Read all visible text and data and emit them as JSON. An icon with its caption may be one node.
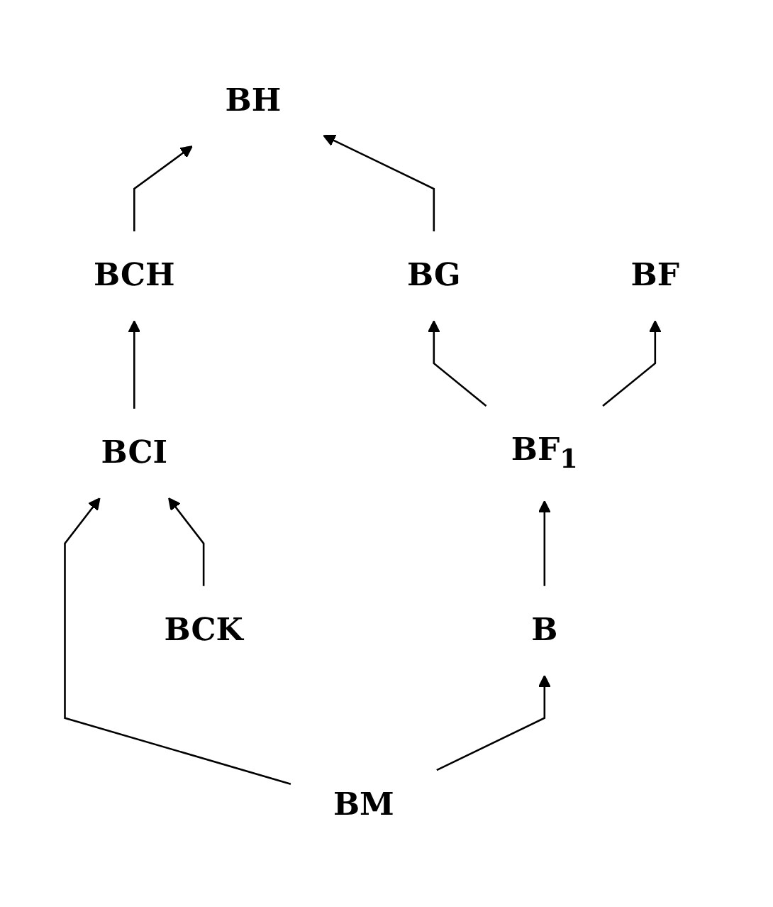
{
  "diagram": {
    "nodes": [
      {
        "text": [
          "BH"
        ]
      },
      {
        "text": [
          "BF"
        ]
      },
      {
        "text": [
          "BG"
        ]
      },
      {
        "text": [
          "BCH"
        ]
      },
      {
        "text": [
          "BF$_{1}$"
        ]
      },
      {
        "text": [
          "BCI"
        ]
      },
      {
        "text": [
          "B"
        ]
      },
      {
        "text": [
          "BCK"
        ]
      },
      {
        "text": [
          "BM"
        ]
      }
    ],
    "edges": [
      {
        "from": 7,
        "to": 5,
        "arrow": "to"
      },
      {
        "from": 5,
        "to": 3,
        "arrow": "to"
      },
      {
        "from": 3,
        "to": 0,
        "arrow": "to"
      },
      {
        "from": 2,
        "to": 0,
        "arrow": "to"
      },
      {
        "from": 4,
        "to": 2,
        "arrow": "to"
      },
      {
        "from": 4,
        "to": 1,
        "arrow": "to"
      },
      {
        "from": 6,
        "to": 4,
        "arrow": "to"
      },
      {
        "from": 8,
        "to": 5,
        "arrow": "to"
      },
      {
        "from": 8,
        "to": 6,
        "arrow": "to"
      }
    ]
  }
}
